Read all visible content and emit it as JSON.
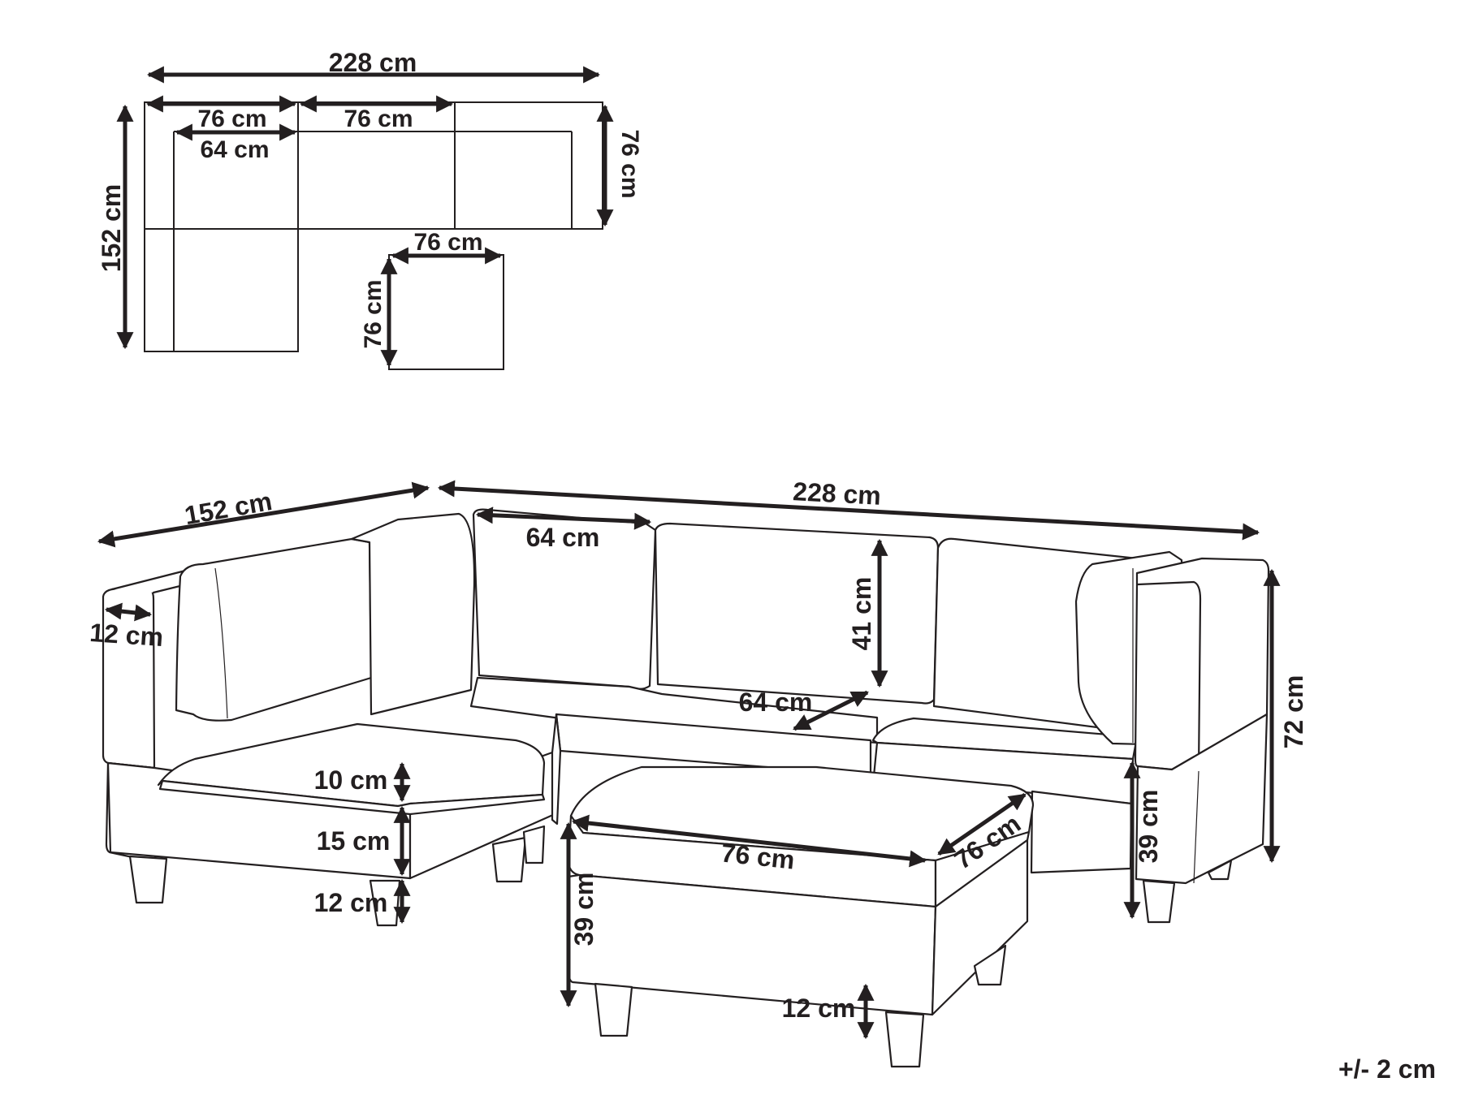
{
  "colors": {
    "line": "#231f20",
    "background": "#ffffff"
  },
  "plan_view": {
    "overall_width": "228 cm",
    "overall_depth": "152 cm",
    "module_1_width": "76 cm",
    "module_2_width": "76 cm",
    "seat_width": "64 cm",
    "module_depth": "76 cm",
    "ottoman_width": "76 cm",
    "ottoman_depth": "76 cm"
  },
  "perspective_view": {
    "side_length": "152 cm",
    "front_length": "228 cm",
    "seat_width": "64 cm",
    "armrest_width": "12 cm",
    "backrest_height": "41 cm",
    "seat_depth": "64 cm",
    "total_height": "72 cm",
    "seat_cushion_thickness": "10 cm",
    "base_height": "15 cm",
    "leg_height": "12 cm",
    "seat_height": "39 cm",
    "ottoman_width": "76 cm",
    "ottoman_depth": "76 cm",
    "ottoman_height": "39 cm",
    "ottoman_leg_height": "12 cm"
  },
  "footnote": {
    "tolerance": "+/- 2 cm"
  }
}
